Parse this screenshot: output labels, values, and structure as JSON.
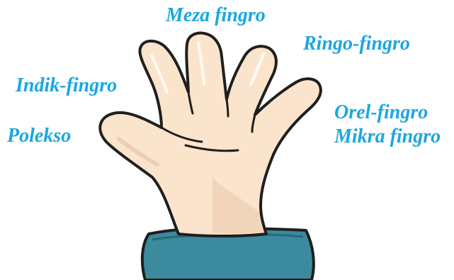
{
  "labels": {
    "meza": "Meza fingro",
    "ringo": "Ringo-fingro",
    "indik": "Indik-fingro",
    "orel": "Orel-fingro",
    "polekso": "Polekso",
    "mikra": "Mikra fingro"
  },
  "colors": {
    "label": "#1aa7e0",
    "skin": "#fbe4cc",
    "skin_shadow": "#e9c9ac",
    "outline": "#1f1f1f",
    "sleeve": "#3b8a9e",
    "sleeve_dark": "#2b6878"
  }
}
